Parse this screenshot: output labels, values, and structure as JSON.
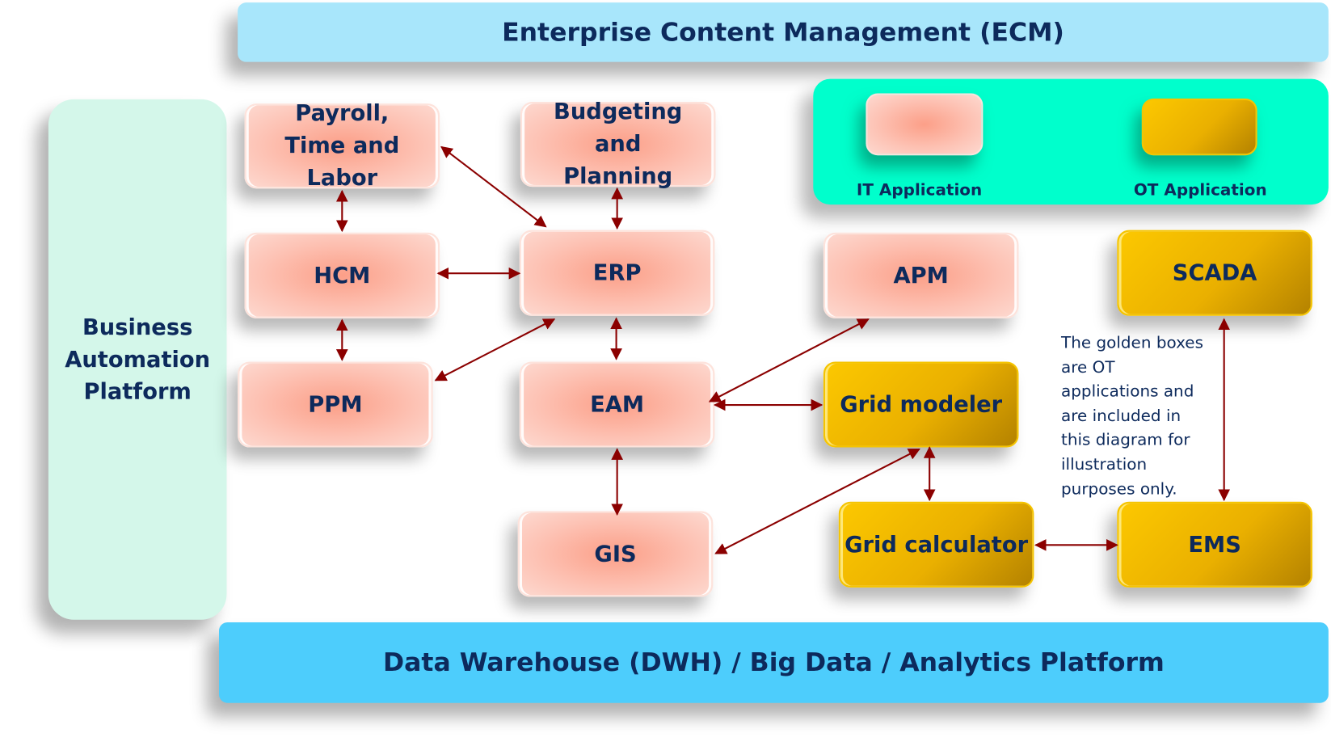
{
  "header_bar": {
    "label": "Enterprise Content Management (ECM)"
  },
  "side_bar": {
    "label": "Business Automation Platform"
  },
  "footer_bar": {
    "label": "Data Warehouse (DWH) / Big Data / Analytics Platform"
  },
  "legend": {
    "it_label": "IT Application",
    "ot_label": "OT Application"
  },
  "it_boxes": {
    "payroll": "Payroll, Time and Labor",
    "budgeting": "Budgeting and Planning",
    "hcm": "HCM",
    "erp": "ERP",
    "apm": "APM",
    "ppm": "PPM",
    "eam": "EAM",
    "gis": "GIS"
  },
  "ot_boxes": {
    "scada": "SCADA",
    "grid_modeler": "Grid modeler",
    "grid_calculator": "Grid calculator",
    "ems": "EMS"
  },
  "note": "The golden boxes are OT applications and are included in this diagram for illustration purposes only.",
  "colors": {
    "it": "#fdb8a6",
    "ot": "#eab000",
    "legend_bg": "#00ffcc",
    "ecm": "#a8e6fb",
    "dwh": "#4dcdfc",
    "bap": "#d4f7ea",
    "arrow": "#8b0000",
    "text": "#0d2a5c"
  }
}
